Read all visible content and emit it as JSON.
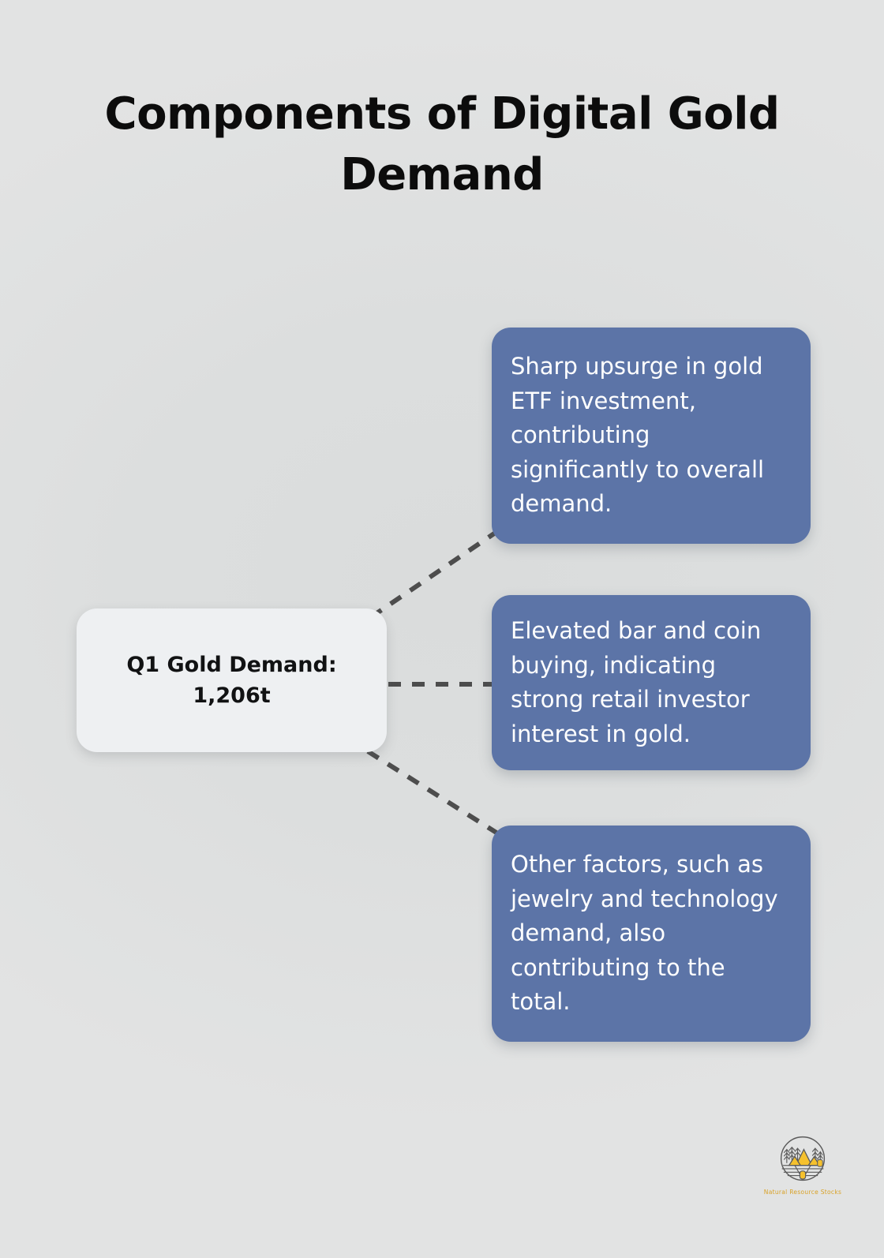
{
  "page": {
    "title": "Components of Digital Gold Demand",
    "background_color": "#dcdede"
  },
  "center_node": {
    "label": "Q1 Gold Demand:\n1,206t",
    "metric_name": "Q1 Gold Demand",
    "metric_value": "1,206t",
    "background_color": "#eef0f2",
    "text_color": "#111213"
  },
  "cards": [
    {
      "text": "Sharp upsurge in gold ETF investment, contributing significantly to overall demand.",
      "background_color": "#5c74a7",
      "text_color": "#ffffff"
    },
    {
      "text": "Elevated bar and coin buying, indicating strong retail investor interest in gold.",
      "background_color": "#5c74a7",
      "text_color": "#ffffff"
    },
    {
      "text": "Other factors, such as jewelry and technology demand, also contributing to the total.",
      "background_color": "#5c74a7",
      "text_color": "#ffffff"
    }
  ],
  "connectors": {
    "style": "dashed",
    "color": "#4d4d4d"
  },
  "logo": {
    "name": "Natural Resource Stocks",
    "icon": "mountain-trees-circle-logo",
    "accent_color": "#d9a227"
  }
}
